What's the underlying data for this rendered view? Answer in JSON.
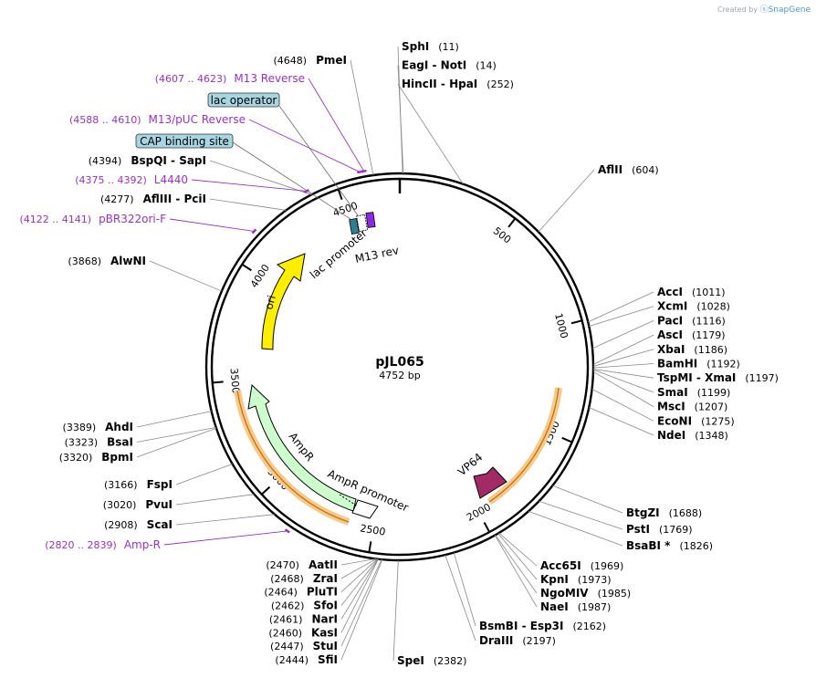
{
  "watermark": {
    "created_by": "Created by",
    "brand": "SnapGene"
  },
  "plasmid": {
    "name": "pJL065",
    "size_label": "4752 bp",
    "total_bp": 4752
  },
  "ticks": [
    {
      "bp": 500,
      "label": "500"
    },
    {
      "bp": 1000,
      "label": "1000"
    },
    {
      "bp": 1500,
      "label": "1500"
    },
    {
      "bp": 2000,
      "label": "2000"
    },
    {
      "bp": 2500,
      "label": "2500"
    },
    {
      "bp": 3000,
      "label": "3000"
    },
    {
      "bp": 3500,
      "label": "3500"
    },
    {
      "bp": 4000,
      "label": "4000"
    },
    {
      "bp": 4500,
      "label": "4500"
    }
  ],
  "right_enzymes": [
    {
      "name": "SphI",
      "pos": "(11)",
      "bp": 11
    },
    {
      "name": "EagI  -  NotI",
      "pos": "(14)",
      "bp": 14
    },
    {
      "name": "HincII  -  HpaI",
      "pos": "(252)",
      "bp": 252
    },
    {
      "name": "AflII",
      "pos": "(604)",
      "bp": 604
    },
    {
      "name": "AccI",
      "pos": "(1011)",
      "bp": 1011
    },
    {
      "name": "XcmI",
      "pos": "(1028)",
      "bp": 1028
    },
    {
      "name": "PacI",
      "pos": "(1116)",
      "bp": 1116
    },
    {
      "name": "AscI",
      "pos": "(1179)",
      "bp": 1179
    },
    {
      "name": "XbaI",
      "pos": "(1186)",
      "bp": 1186
    },
    {
      "name": "BamHI",
      "pos": "(1192)",
      "bp": 1192
    },
    {
      "name": "TspMI  -  XmaI",
      "pos": "(1197)",
      "bp": 1197
    },
    {
      "name": "SmaI",
      "pos": "(1199)",
      "bp": 1199
    },
    {
      "name": "MscI",
      "pos": "(1207)",
      "bp": 1207
    },
    {
      "name": "EcoNI",
      "pos": "(1275)",
      "bp": 1275
    },
    {
      "name": "NdeI",
      "pos": "(1348)",
      "bp": 1348
    },
    {
      "name": "BtgZI",
      "pos": "(1688)",
      "bp": 1688
    },
    {
      "name": "PstI",
      "pos": "(1769)",
      "bp": 1769
    },
    {
      "name": "BsaBI *",
      "pos": "(1826)",
      "bp": 1826
    },
    {
      "name": "Acc65I",
      "pos": "(1969)",
      "bp": 1969
    },
    {
      "name": "KpnI",
      "pos": "(1973)",
      "bp": 1973
    },
    {
      "name": "NgoMIV",
      "pos": "(1985)",
      "bp": 1985
    },
    {
      "name": "NaeI",
      "pos": "(1987)",
      "bp": 1987
    },
    {
      "name": "BsmBI  -  Esp3I",
      "pos": "(2162)",
      "bp": 2162
    },
    {
      "name": "DraIII",
      "pos": "(2197)",
      "bp": 2197
    },
    {
      "name": "SpeI",
      "pos": "(2382)",
      "bp": 2382
    }
  ],
  "left_enzymes": [
    {
      "name": "PmeI",
      "pos": "(4648)",
      "bp": 4648
    },
    {
      "name": "BspQI  -  SapI",
      "pos": "(4394)",
      "bp": 4394
    },
    {
      "name": "AflIII  -  PciI",
      "pos": "(4277)",
      "bp": 4277
    },
    {
      "name": "AlwNI",
      "pos": "(3868)",
      "bp": 3868
    },
    {
      "name": "AhdI",
      "pos": "(3389)",
      "bp": 3389
    },
    {
      "name": "BsaI",
      "pos": "(3323)",
      "bp": 3323
    },
    {
      "name": "BpmI",
      "pos": "(3320)",
      "bp": 3320
    },
    {
      "name": "FspI",
      "pos": "(3166)",
      "bp": 3166
    },
    {
      "name": "PvuI",
      "pos": "(3020)",
      "bp": 3020
    },
    {
      "name": "ScaI",
      "pos": "(2908)",
      "bp": 2908
    },
    {
      "name": "AatII",
      "pos": "(2470)",
      "bp": 2470
    },
    {
      "name": "ZraI",
      "pos": "(2468)",
      "bp": 2468
    },
    {
      "name": "PluTI",
      "pos": "(2464)",
      "bp": 2464
    },
    {
      "name": "SfoI",
      "pos": "(2462)",
      "bp": 2462
    },
    {
      "name": "NarI",
      "pos": "(2461)",
      "bp": 2461
    },
    {
      "name": "KasI",
      "pos": "(2460)",
      "bp": 2460
    },
    {
      "name": "StuI",
      "pos": "(2447)",
      "bp": 2447
    },
    {
      "name": "SfiI",
      "pos": "(2444)",
      "bp": 2444
    }
  ],
  "primers": [
    {
      "range": "(4607 .. 4623)",
      "name": "M13 Reverse",
      "bp": 4615
    },
    {
      "range": "(4588 .. 4610)",
      "name": "M13/pUC Reverse",
      "bp": 4599
    },
    {
      "range": "(4375 .. 4392)",
      "name": "L4440",
      "bp": 4383
    },
    {
      "range": "(4122 .. 4141)",
      "name": "pBR322ori-F",
      "bp": 4131
    },
    {
      "range": "(2820 .. 2839)",
      "name": "Amp-R",
      "bp": 2830
    }
  ],
  "boxed_features": [
    {
      "name": "lac operator"
    },
    {
      "name": "CAP binding site"
    }
  ],
  "features": {
    "ori": "ori",
    "ampr": "AmpR",
    "ampr_promoter": "AmpR promoter",
    "lac_promoter": "lac promoter",
    "m13_rev": "M13 rev",
    "vp64": "VP64"
  },
  "colors": {
    "ori": "#ffee00",
    "ampr": "#ccffcc",
    "ampr_highlight": "#f6c98a",
    "vp64": "#a22b66",
    "vp64_highlight": "#f6c98a",
    "lac_promoter": "#2f7f93",
    "m13": "#8a2be2",
    "boxed_feature_bg": "#a8d5e2",
    "primer_text": "#9a30c9"
  }
}
